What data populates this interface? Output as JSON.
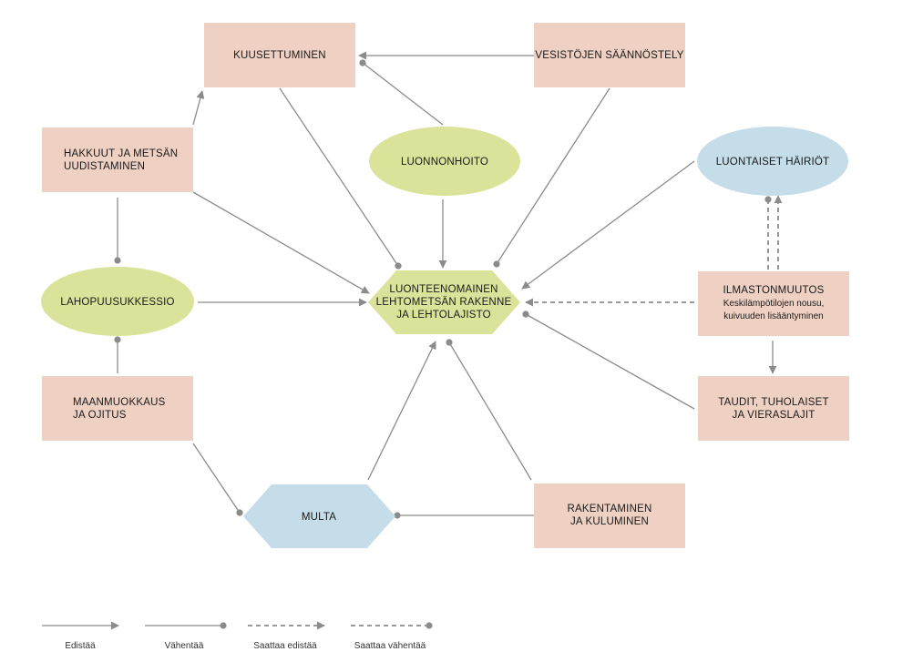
{
  "colors": {
    "box": "#efd1c4",
    "ellipse_green": "#dbe39a",
    "ellipse_blue": "#c5dce9",
    "hex_green": "#dbe39a",
    "hex_blue": "#c5dce9",
    "line": "#8b8b8b",
    "text": "#1a1a1a"
  },
  "nodes": {
    "kuusettuminen": [
      "KUUSETTUMINEN"
    ],
    "vesistojen": [
      "VESISTÖJEN SÄÄNNÖSTELY"
    ],
    "hakkuut": [
      "HAKKUUT JA METSÄN",
      "UUDISTAMINEN"
    ],
    "luonnonhoito": [
      "LUONNONHOITO"
    ],
    "luontaiset": [
      "LUONTAISET HÄIRIÖT"
    ],
    "lahopuu": [
      "LAHOPUUSUKKESSIO"
    ],
    "center": [
      "LUONTEENOMAINEN",
      "LEHTOMETSÄN RAKENNE",
      "JA LEHTOLAJISTO"
    ],
    "ilmasto_title": "ILMASTONMUUTOS",
    "ilmasto_sub": [
      "Keskilämpötilojen nousu,",
      "kuivuuden lisääntyminen"
    ],
    "maanmuokkaus": [
      "MAANMUOKKAUS",
      "JA OJITUS"
    ],
    "taudit": [
      "TAUDIT, TUHOLAISET",
      "JA VIERASLAJIT"
    ],
    "multa": [
      "MULTA"
    ],
    "rakentaminen": [
      "RAKENTAMINEN",
      "JA KULUMINEN"
    ]
  },
  "legend": {
    "promotes": "Edistää",
    "reduces": "Vähentää",
    "may_promote": "Saattaa edistää",
    "may_reduce": "Saattaa vähentää"
  }
}
